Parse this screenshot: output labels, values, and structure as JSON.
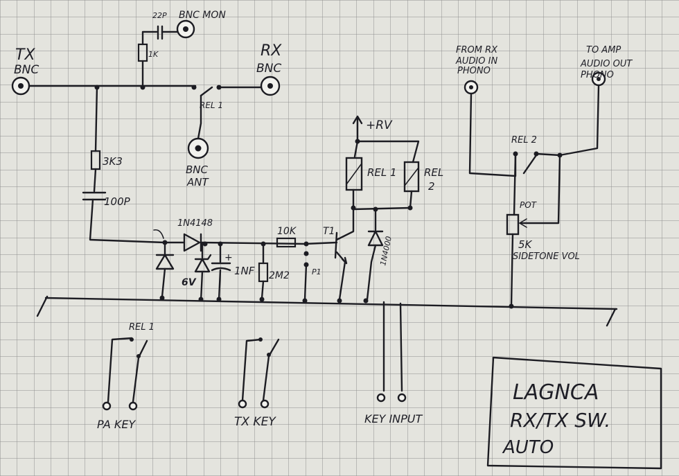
{
  "title_box": {
    "line1": "LAGNCA",
    "line2": "RX/TX SW.",
    "line3": "AUTO"
  },
  "connectors": {
    "tx": "TX",
    "tx_bnc": "BNC",
    "rx": "RX",
    "rx_bnc": "BNC",
    "bnc_mon": "BNC MON",
    "bnc_ant_1": "BNC",
    "bnc_ant_2": "ANT",
    "from_rx_1": "FROM RX",
    "from_rx_2": "AUDIO IN",
    "from_rx_3": "PHONO",
    "to_amp_1": "TO AMP",
    "to_amp_2": "AUDIO OUT",
    "to_amp_3": "PHONO",
    "pa_key": "PA KEY",
    "tx_key": "TX KEY",
    "key_input": "KEY INPUT"
  },
  "components": {
    "cap_22p": "22P",
    "res_1k": "1K",
    "rel1_top": "REL 1",
    "res_3k3": "3K3",
    "cap_100p": "100P",
    "diode_1n4148": "1N4148",
    "zener_6v": "6V",
    "cap_1nf": "1NF",
    "res_2m2": "2M2",
    "res_10k": "10K",
    "p1": "P1",
    "t1": "T1",
    "diode_1n4000": "1N4000",
    "supply": "+RV",
    "rel1_coil": "REL 1",
    "rel2_coil_1": "REL",
    "rel2_coil_2": "2",
    "rel2_contact": "REL 2",
    "pot": "POT",
    "pot_value": "5K",
    "sidetone": "SIDETONE VOL",
    "rel1_bottom": "REL 1"
  }
}
